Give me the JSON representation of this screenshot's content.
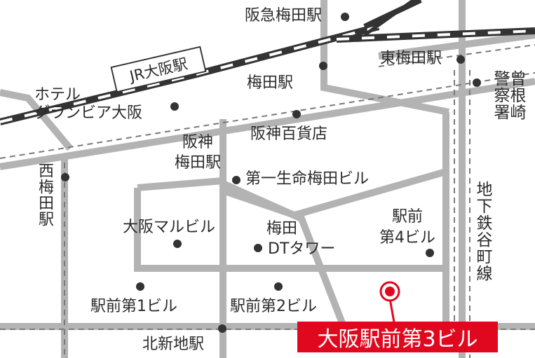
{
  "colors": {
    "road": "#b3b3b3",
    "subway_dash": "#7a7a7a",
    "rail": "#333333",
    "marker": "#333333",
    "accent": "#e0081e"
  },
  "icons": {
    "place_marker": "dot",
    "destination_marker": "red-ring-pin"
  },
  "rail_label": "JR大阪駅",
  "labels": {
    "hankyu_umeda": "阪急梅田駅",
    "higashi_umeda": "東梅田駅",
    "keisatsu": "曾根崎警察署",
    "umeda": "梅田駅",
    "hotel": "ホテル",
    "granvia": "グランビア大阪",
    "hanshin_dept": "阪神百貨店",
    "hanshin_umeda": "阪神梅田駅",
    "nishi_umeda": "西梅田駅",
    "daiichi_seimei": "第一生命梅田ビル",
    "chikatetsu": "地下鉄谷町線",
    "maru_building": "大阪マルビル",
    "umeda_dt": "梅田DTタワー",
    "ekimae4": "駅前第4ビル",
    "ekimae1": "駅前第1ビル",
    "ekimae2": "駅前第2ビル",
    "kitashinchi": "北新地駅"
  },
  "destination": "大阪駅前第3ビル"
}
